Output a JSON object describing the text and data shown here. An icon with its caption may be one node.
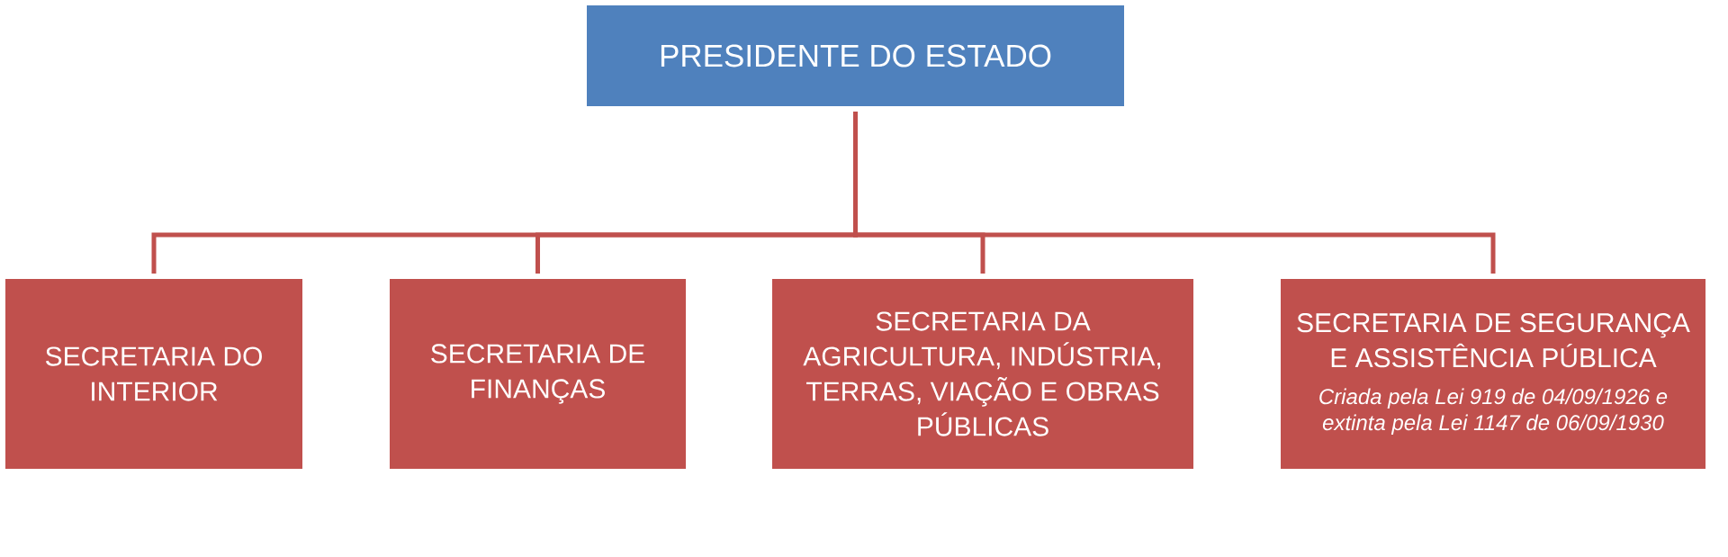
{
  "diagram": {
    "nodes": [
      {
        "text": [
          "PRESIDENTE DO ESTADO"
        ]
      },
      {
        "text": [
          "SECRETARIA DO INTERIOR"
        ]
      },
      {
        "text": [
          "SECRETARIA DE FINANÇAS"
        ]
      },
      {
        "text": [
          "SECRETARIA DA AGRICULTURA, INDÚSTRIA, TERRAS, VIAÇÃO E OBRAS PÚBLICAS"
        ]
      },
      {
        "text": [
          "SECRETARIA DE SEGURANÇA E ASSISTÊNCIA PÚBLICA",
          "Criada pela Lei 919 de 04/09/1926 e extinta pela Lei 1147 de 06/09/1930"
        ]
      }
    ],
    "edges": [
      {
        "from": 0,
        "to": 1,
        "arrow": "none"
      },
      {
        "from": 0,
        "to": 2,
        "arrow": "none"
      },
      {
        "from": 0,
        "to": 3,
        "arrow": "none"
      },
      {
        "from": 0,
        "to": 4,
        "arrow": "none"
      }
    ]
  }
}
